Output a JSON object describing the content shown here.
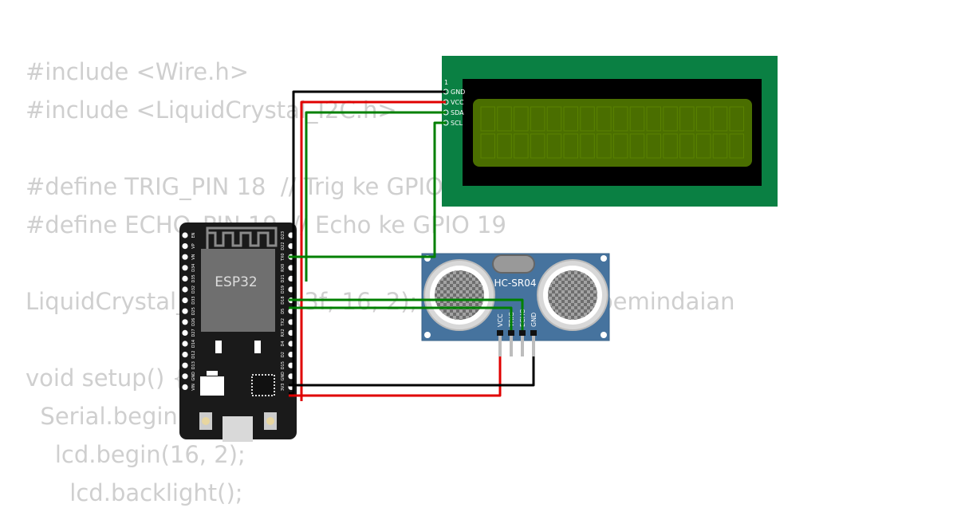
{
  "code_lines": [
    "#include <Wire.h>",
    "#include <LiquidCrystal_I2C.h>",
    "",
    "#define TRIG_PIN 18  // Trig ke GPIO 18",
    "#define ECHO_PIN 19  // Echo ke GPIO 19",
    "",
    "LiquidCrystal_I2C lcd(0x3f, 16, 2); // Alamat hasil pemindaian",
    "",
    "void setup() {",
    "  Serial.begin(115200);",
    "    lcd.begin(16, 2);",
    "      lcd.backlight();"
  ],
  "esp32": {
    "label": "ESP32",
    "left_pins": [
      "EN",
      "VP",
      "VN",
      "D34",
      "D35",
      "D32",
      "D33",
      "D25",
      "D26",
      "D27",
      "D14",
      "D12",
      "D13",
      "GND",
      "VIN"
    ],
    "right_pins": [
      "D23",
      "D22",
      "TX0",
      "RX0",
      "D21",
      "D19",
      "D18",
      "D5",
      "TX2",
      "RX2",
      "D4",
      "D2",
      "D15",
      "GND",
      "3V3"
    ]
  },
  "lcd": {
    "pin1_label": "1",
    "pins": [
      "GND",
      "VCC",
      "SDA",
      "SCL"
    ],
    "backlight_color": "#4a6e00",
    "board_color": "#0a8043"
  },
  "sensor": {
    "label": "HC-SR04",
    "pins": [
      "VCC",
      "TRIG",
      "ECHO",
      "GND"
    ],
    "board_color": "#46739e"
  },
  "wire_colors": {
    "gnd": "#000000",
    "vcc": "#e00000",
    "signal": "#008000"
  }
}
